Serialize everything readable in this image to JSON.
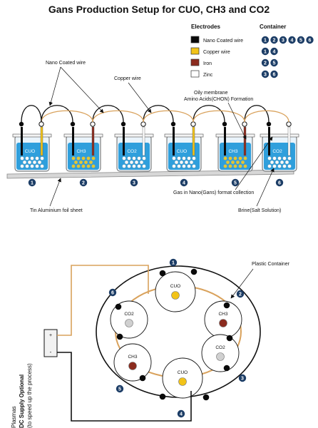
{
  "title": "Gans  Production Setup for CUO, CH3 and CO2",
  "legend": {
    "electrodes_header": "Electrodes",
    "container_header": "Container",
    "items": [
      {
        "label": "Nano Coated wire",
        "color": "#0a0a0a",
        "containers": [
          "1",
          "2",
          "3",
          "4",
          "5",
          "6"
        ]
      },
      {
        "label": "Copper wire",
        "color": "#f2c318",
        "containers": [
          "1",
          "4"
        ]
      },
      {
        "label": "Iron",
        "color": "#8b2b1e",
        "containers": [
          "2",
          "5"
        ]
      },
      {
        "label": "Zinc",
        "color": "#ffffff",
        "containers": [
          "3",
          "6"
        ]
      }
    ]
  },
  "top_diagram": {
    "labels": {
      "nano_wire": "Nano Coated wire",
      "copper_wire": "Copper wire",
      "membrane": "Oily membrane",
      "amino": "Amino Acids(CHON) Formation",
      "gas": "Gas in Nano(Gans) format collection",
      "foil": "Tin Aluminium foil sheet",
      "brine": "Brine(Salt Solution)"
    },
    "beakers": [
      {
        "num": "1",
        "label": "CUO"
      },
      {
        "num": "2",
        "label": "CH3"
      },
      {
        "num": "3",
        "label": "CO2"
      },
      {
        "num": "4",
        "label": "CUO"
      },
      {
        "num": "5",
        "label": "CH3"
      },
      {
        "num": "6",
        "label": "CO2"
      }
    ]
  },
  "bottom_diagram": {
    "plastic_container": "Plastic Container",
    "dc_line1": "Plasmas",
    "dc_line2": "DC Supply Optional",
    "dc_line3": "(to speed up the process)",
    "plus": "+",
    "minus": "-",
    "cells": [
      {
        "num": "1",
        "label": "CUO"
      },
      {
        "num": "2",
        "label": "CH3"
      },
      {
        "num": "3",
        "label": "CO2"
      },
      {
        "num": "4",
        "label": "CUO"
      },
      {
        "num": "5",
        "label": "CH3"
      },
      {
        "num": "6",
        "label": "CO2"
      }
    ]
  },
  "colors": {
    "liquid": "#2f9fdc",
    "copper": "#d9a25c",
    "badge": "#1c3d66",
    "nano": "#0a0a0a"
  }
}
